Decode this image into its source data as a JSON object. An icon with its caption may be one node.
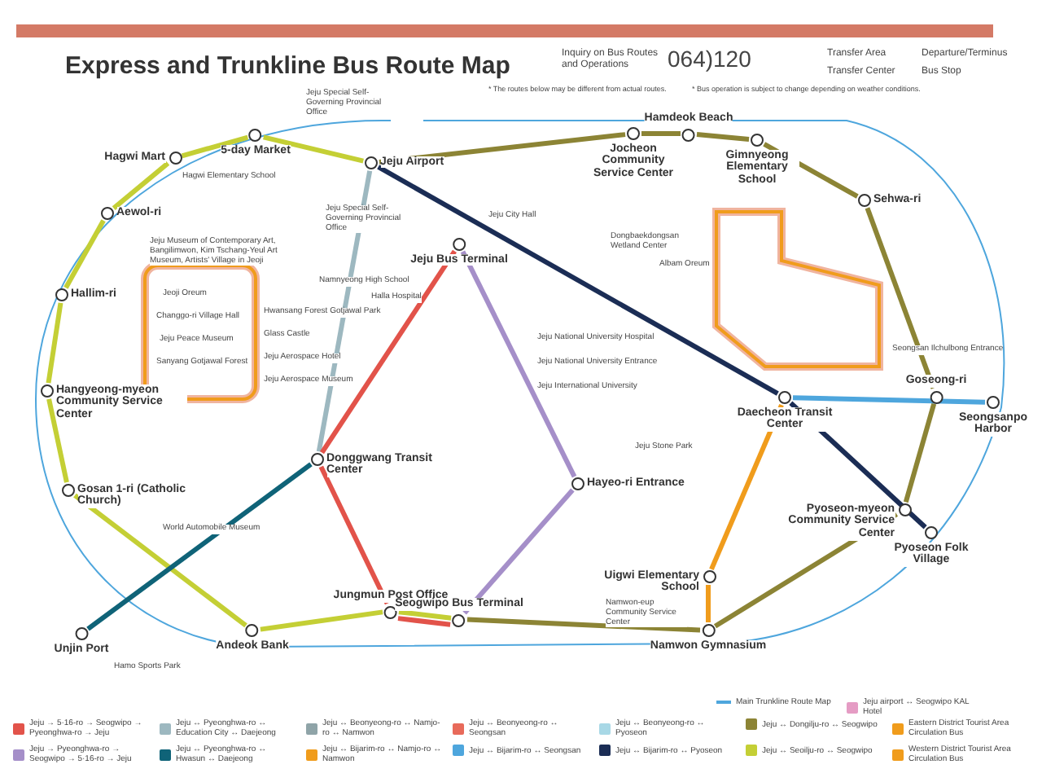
{
  "diagram": {
    "title": "Express and Trunkline Bus Route Map",
    "nodes": [
      {
        "text": [
          "Jeju Airport"
        ]
      },
      {
        "text": [
          "Jeju Bus Terminal"
        ]
      },
      {
        "text": [
          "5-day Market"
        ]
      },
      {
        "text": [
          "Hagwi Mart"
        ]
      },
      {
        "text": [
          "Aewol-ri"
        ]
      },
      {
        "text": [
          "Hallim-ri"
        ]
      },
      {
        "text": [
          "Hangyeong-myeon Community Service Center"
        ]
      },
      {
        "text": [
          "Gosan 1-ri (Catholic Church)"
        ]
      },
      {
        "text": [
          "Unjin Port"
        ]
      },
      {
        "text": [
          "Andeok Bank"
        ]
      },
      {
        "text": [
          "Donggwang Transit Center"
        ]
      },
      {
        "text": [
          "Jungmun Post Office"
        ]
      },
      {
        "text": [
          "Seogwipo Bus Terminal"
        ]
      },
      {
        "text": [
          "Hayeo-ri Entrance"
        ]
      },
      {
        "text": [
          "Uigwi Elementary School"
        ]
      },
      {
        "text": [
          "Namwon Gymnasium"
        ]
      },
      {
        "text": [
          "Pyoseon-myeon Community Service Center"
        ]
      },
      {
        "text": [
          "Pyoseon Folk Village"
        ]
      },
      {
        "text": [
          "Daecheon Transit Center"
        ]
      },
      {
        "text": [
          "Seongsanpo Harbor"
        ]
      },
      {
        "text": [
          "Goseong-ri"
        ]
      },
      {
        "text": [
          "Sehwa-ri"
        ]
      },
      {
        "text": [
          "Gimnyeong Elementary School"
        ]
      },
      {
        "text": [
          "Hamdeok Beach"
        ]
      },
      {
        "text": [
          "Jocheon Community Service Center"
        ]
      }
    ],
    "edges": [
      {
        "from": 0,
        "to": 2,
        "arrow": "none",
        "color": "#c4cf35"
      },
      {
        "from": 2,
        "to": 3,
        "arrow": "none",
        "color": "#c4cf35"
      },
      {
        "from": 3,
        "to": 4,
        "arrow": "none",
        "color": "#c4cf35"
      },
      {
        "from": 4,
        "to": 5,
        "arrow": "none",
        "color": "#c4cf35"
      },
      {
        "from": 5,
        "to": 6,
        "arrow": "none",
        "color": "#c4cf35"
      },
      {
        "from": 6,
        "to": 7,
        "arrow": "none",
        "color": "#c4cf35"
      },
      {
        "from": 7,
        "to": 9,
        "arrow": "none",
        "color": "#c4cf35"
      },
      {
        "from": 9,
        "to": 11,
        "arrow": "none",
        "color": "#c4cf35"
      },
      {
        "from": 11,
        "to": 12,
        "arrow": "none",
        "color": "#c4cf35"
      },
      {
        "from": 0,
        "to": 24,
        "arrow": "none",
        "color": "#8c8435"
      },
      {
        "from": 24,
        "to": 23,
        "arrow": "none",
        "color": "#8c8435"
      },
      {
        "from": 23,
        "to": 22,
        "arrow": "none",
        "color": "#8c8435"
      },
      {
        "from": 22,
        "to": 21,
        "arrow": "none",
        "color": "#8c8435"
      },
      {
        "from": 21,
        "to": 20,
        "arrow": "none",
        "color": "#8c8435"
      },
      {
        "from": 20,
        "to": 16,
        "arrow": "none",
        "color": "#8c8435"
      },
      {
        "from": 16,
        "to": 15,
        "arrow": "none",
        "color": "#8c8435"
      },
      {
        "from": 15,
        "to": 12,
        "arrow": "none",
        "color": "#8c8435"
      },
      {
        "from": 0,
        "to": 10,
        "arrow": "none",
        "color": "#9db8c0"
      },
      {
        "from": 10,
        "to": 8,
        "arrow": "none",
        "color": "#0f6378"
      },
      {
        "from": 1,
        "to": 10,
        "arrow": "none",
        "color": "#e2534a"
      },
      {
        "from": 10,
        "to": 11,
        "arrow": "none",
        "color": "#e2534a"
      },
      {
        "from": 11,
        "to": 12,
        "arrow": "none",
        "color": "#e2534a"
      },
      {
        "from": 1,
        "to": 13,
        "arrow": "none",
        "color": "#a58fc9"
      },
      {
        "from": 13,
        "to": 12,
        "arrow": "none",
        "color": "#a58fc9"
      },
      {
        "from": 0,
        "to": 18,
        "arrow": "none",
        "color": "#1b2d55"
      },
      {
        "from": 18,
        "to": 17,
        "arrow": "none",
        "color": "#1b2d55"
      },
      {
        "from": 18,
        "to": 19,
        "arrow": "none",
        "color": "#4ea6dd"
      },
      {
        "from": 18,
        "to": 14,
        "arrow": "none",
        "color": "#f09c1c"
      },
      {
        "from": 14,
        "to": 15,
        "arrow": "none",
        "color": "#f09c1c"
      }
    ],
    "labels": [
      "Inquiry on Bus Routes and Operations",
      "064)120",
      "Transfer Area",
      "Transfer Center",
      "Departure/Terminus",
      "Bus Stop",
      "* The routes below may be different from actual routes.",
      "* Bus operation is subject to change depending on weather conditions.",
      "Jeju Special Self-Governing Provincial Office",
      "Hagwi Elementary School",
      "Jeju Special Self-Governing Provincial Office",
      "Jeju Museum of Contemporary Art, Bangilimwon, Kim Tschang-Yeul Art Museum, Artists' Village in Jeoji",
      "Jeoji Oreum",
      "Changgo-ri Village Hall",
      "Jeju Peace Museum",
      "Sanyang Gotjawal Forest",
      "Hwansang Forest Gotjawal Park",
      "Glass Castle",
      "Jeju Aerospace Hotel",
      "Jeju Aerospace Museum",
      "Namnyeong High School",
      "Halla Hospital",
      "Jeju City Hall",
      "Dongbaekdongsan Wetland Center",
      "Albam Oreum",
      "Jeju National University Hospital",
      "Jeju National University Entrance",
      "Jeju International University",
      "Jeju Stone Park",
      "Seongsan Ilchulbong Entrance",
      "World Automobile Museum",
      "Hamo Sports Park",
      "Namwon-eup Community Service Center"
    ],
    "legend": [
      {
        "text": "Main Trunkline Route Map"
      },
      {
        "text": "Jeju airport ↔ Seogwipo KAL Hotel",
        "color": "#e59cc4"
      },
      {
        "text": "Jeju → 5·16-ro → Seogwipo → Pyeonghwa-ro → Jeju",
        "color": "#e2534a"
      },
      {
        "text": "Jeju ↔ Pyeonghwa-ro ↔ Education City ↔ Daejeong",
        "color": "#9db8c0"
      },
      {
        "text": "Jeju ↔ Beonyeong-ro ↔ Namjo-ro ↔ Namwon",
        "color": "#8fa4a8"
      },
      {
        "text": "Jeju ↔ Beonyeong-ro ↔ Seongsan",
        "color": "#e86a5a"
      },
      {
        "text": "Jeju ↔ Beonyeong-ro ↔ Pyoseon",
        "color": "#a8d8e6"
      },
      {
        "text": "Jeju ↔ Dongilju-ro ↔ Seogwipo",
        "color": "#8c8435"
      },
      {
        "text": "Eastern District Tourist Area Circulation Bus",
        "color": "#f09c1c"
      },
      {
        "text": "Jeju → Pyeonghwa-ro → Seogwipo → 5·16-ro → Jeju",
        "color": "#a58fc9"
      },
      {
        "text": "Jeju ↔ Pyeonghwa-ro ↔ Hwasun ↔ Daejeong",
        "color": "#0f6378"
      },
      {
        "text": "Jeju ↔ Bijarim-ro ↔ Namjo-ro ↔ Namwon",
        "color": "#f09c1c"
      },
      {
        "text": "Jeju ↔ Bijarim-ro ↔ Seongsan",
        "color": "#4ea6dd"
      },
      {
        "text": "Jeju ↔ Bijarim-ro ↔ Pyoseon",
        "color": "#1b2d55"
      },
      {
        "text": "Jeju ↔ Seoilju-ro ↔ Seogwipo",
        "color": "#c4cf35"
      },
      {
        "text": "Western District Tourist Area Circulation Bus",
        "color": "#f09c1c"
      }
    ]
  }
}
